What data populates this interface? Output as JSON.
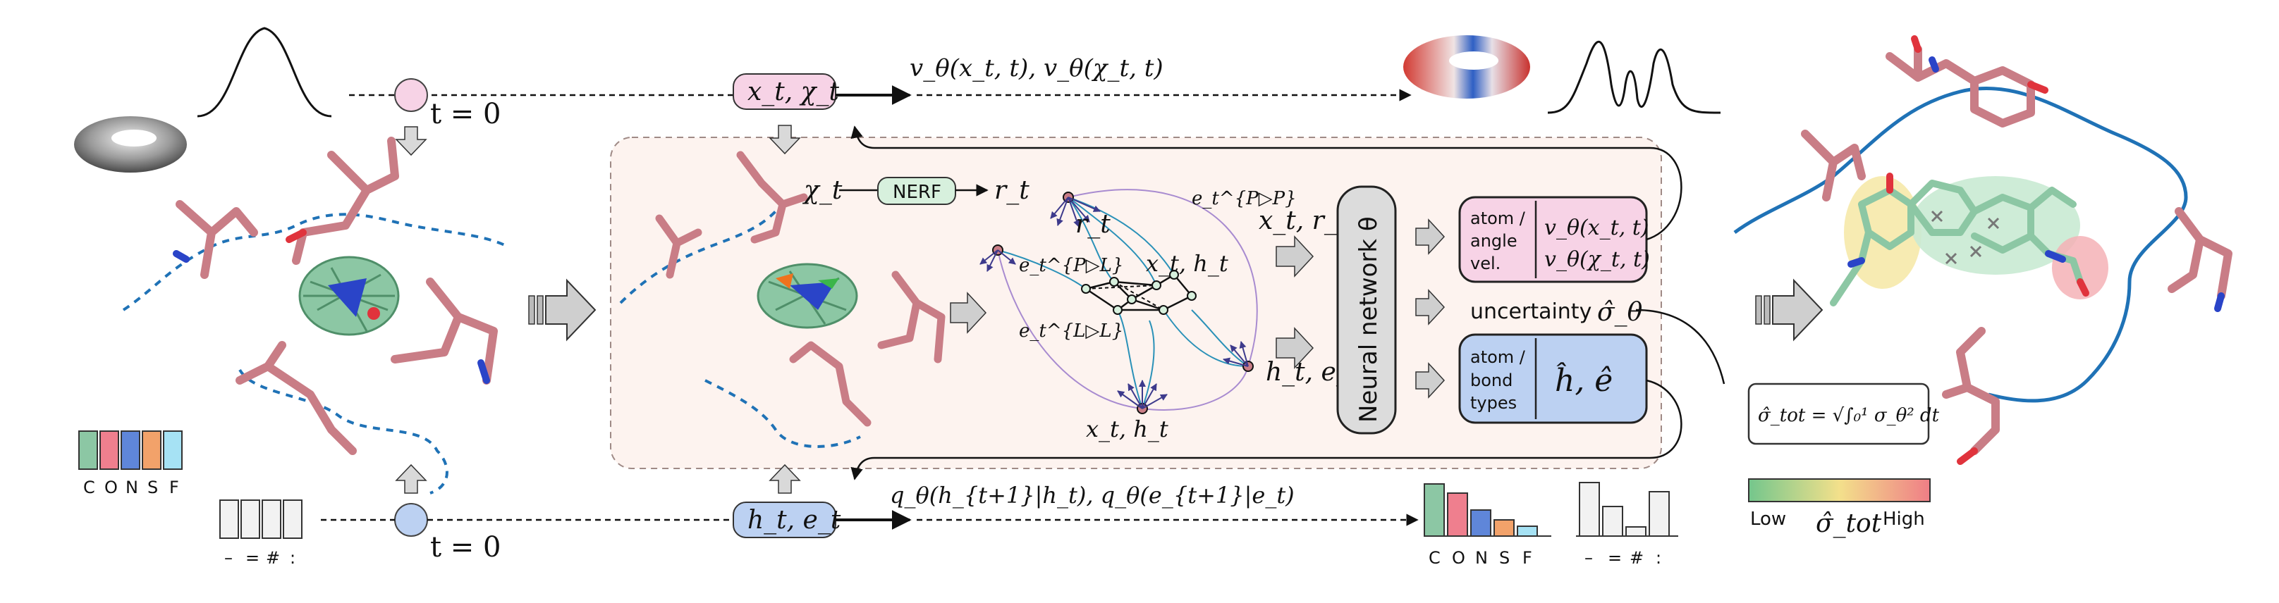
{
  "top_time": "t = 0",
  "bottom_time": "t = 0",
  "top_state": "x_t, χ_t",
  "bottom_state": "h_t, e_t",
  "top_velocity": "v_θ(x_t, t), v_θ(χ_t, t)",
  "bottom_prob": "q_θ(h_{t+1}|h_t), q_θ(e_{t+1}|e_t)",
  "chi_t": "χ_t",
  "nerf": "NERF",
  "r_t_inline": "r_t",
  "graph": {
    "r_t": "r_t",
    "e_ppp": "e_t^{P▷P}",
    "e_ppl": "e_t^{P▷L}",
    "e_lpl": "e_t^{L▷L}",
    "x_h_mid": "x_t, h_t",
    "x_h_bottom": "x_t, h_t"
  },
  "inputs": {
    "top": "x_t, r_t",
    "bottom": "h_t, e_t"
  },
  "network": "Neural network θ",
  "outputs": {
    "atom_angle": [
      "atom /",
      "angle",
      "vel."
    ],
    "velocities": [
      "v_θ(x_t, t)",
      "v_θ(χ_t, t)"
    ],
    "uncertainty": "uncertainty",
    "sigma_theta": "σ̂_θ",
    "atom_bond": [
      "atom /",
      "bond",
      "types"
    ],
    "h_e_hat": "ĥ, ê"
  },
  "sigma_tot_formula": "σ̂_tot = √∫₀¹ σ_θ² dt",
  "legend_atoms": [
    "C",
    "O",
    "N",
    "S",
    "F"
  ],
  "legend_bonds": [
    "–",
    "=",
    "#",
    ":"
  ],
  "legend_atoms_right": [
    "C",
    "O",
    "N",
    "S",
    "F"
  ],
  "legend_bonds_right": [
    "–",
    "=",
    "#",
    ":"
  ],
  "colorbar": {
    "low": "Low",
    "high": "High",
    "label": "σ̂_tot"
  },
  "colors": {
    "pink": "#f7d3e6",
    "blue": "#bcd1f2",
    "green_node": "#d7f0dd",
    "carbon": "#8cc7a4",
    "oxygen": "#ef7f8e",
    "nitrogen": "#5f86d9",
    "sulfur": "#f2a26a",
    "fluorine": "#a6e2f4",
    "ligand_pink": "#c97d86",
    "protein_line": "#1f72b6"
  },
  "prior_atoms": [
    0.34,
    0.34,
    0.34,
    0.34,
    0.34
  ],
  "prior_bonds": [
    0.34,
    0.34,
    0.34,
    0.34
  ],
  "final_atoms": [
    0.85,
    0.7,
    0.42,
    0.26,
    0.16
  ],
  "final_bonds": [
    0.9,
    0.5,
    0.15,
    0.75
  ]
}
